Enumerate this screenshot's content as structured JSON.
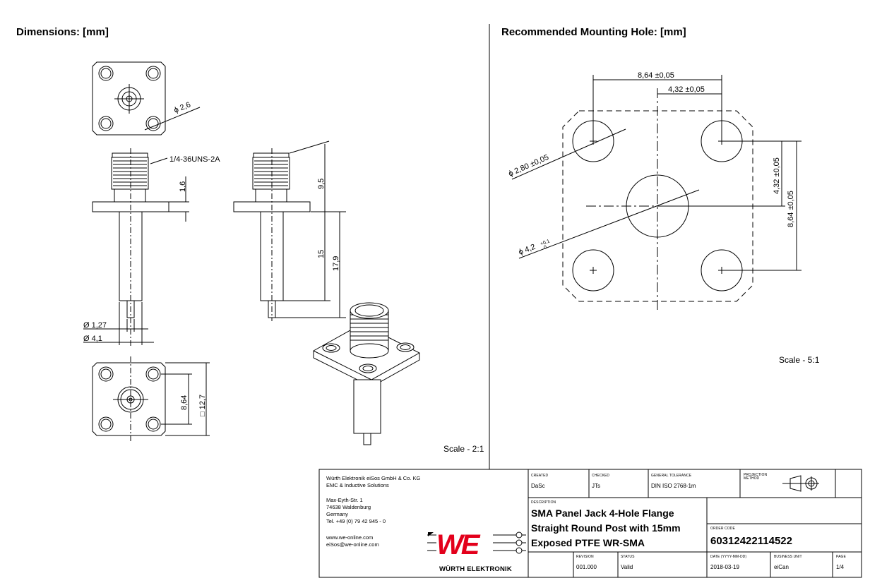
{
  "left_heading": "Dimensions: [mm]",
  "right_heading": "Recommended Mounting Hole: [mm]",
  "left_scale": "Scale - 2:1",
  "right_scale": "Scale - 5:1",
  "left_dims": {
    "hole_dia": "ϕ 2,6",
    "thread": "1/4-36UNS-2A",
    "flange_thickness": "1,6",
    "pin_dia": "Ø 1,27",
    "post_dia": "Ø 4,1",
    "height_total": "9,5",
    "post_len": "15",
    "len_total": "17,9",
    "hole_pitch": "8,64",
    "flange_size": "□ 12,7"
  },
  "right_dims": {
    "pitch_h": "8,64 ±0,05",
    "half_pitch_h": "4,32 ±0,05",
    "hole_dia": "ϕ 2,80 ±0,05",
    "center_dia": "ϕ 4,2",
    "center_tol_plus": "+0,1",
    "center_tol_minus": "0",
    "half_pitch_v": "4,32 ±0,05",
    "pitch_v": "8,64 ±0,05"
  },
  "title_block": {
    "company": "Würth Elektronik eiSos GmbH & Co. KG",
    "division": "EMC & Inductive Solutions",
    "street": "Max-Eyth-Str. 1",
    "city": "74638 Waldenburg",
    "country": "Germany",
    "tel": "Tel. +49 (0) 79 42 945 - 0",
    "web": "www.we-online.com",
    "email": "eiSos@we-online.com",
    "logo_letters": "WE",
    "logo_name": "WÜRTH ELEKTRONIK",
    "created_label": "CREATED",
    "created": "DaSc",
    "checked_label": "CHECKED",
    "checked": "JTs",
    "tolerance_label": "GENERAL TOLERANCE",
    "tolerance": "DIN ISO 2768-1m",
    "projection_label": "PROJECTION\nMETHOD",
    "description_label": "DESCRIPTION",
    "desc_line1": "SMA Panel Jack 4-Hole Flange",
    "desc_line2": "Straight Round Post with 15mm",
    "desc_line3": "Exposed PTFE WR-SMA",
    "order_code_label": "ORDER CODE",
    "order_code": "60312422114522",
    "revision_label": "REVISION",
    "revision": "001.000",
    "status_label": "STATUS",
    "status": "Valid",
    "date_label": "DATE (YYYY-MM-DD)",
    "date": "2018-03-19",
    "business_unit_label": "BUSINESS UNIT",
    "business_unit": "eiCan",
    "page_label": "PAGE",
    "page": "1/4"
  }
}
